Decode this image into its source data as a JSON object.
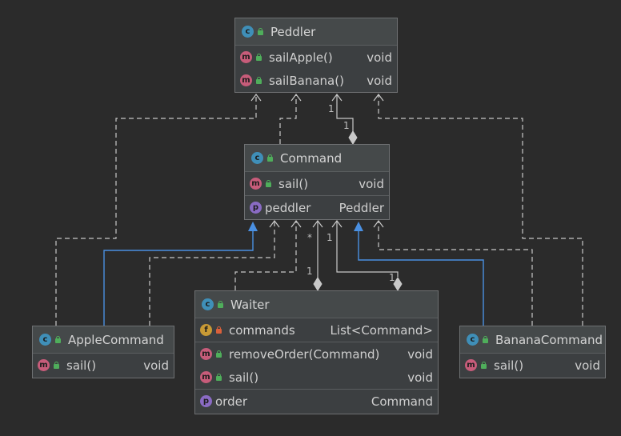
{
  "classes": {
    "peddler": {
      "name": "Peddler",
      "members": [
        {
          "name": "sailApple()",
          "type": "void"
        },
        {
          "name": "sailBanana()",
          "type": "void"
        }
      ]
    },
    "command": {
      "name": "Command",
      "method": {
        "name": "sail()",
        "type": "void"
      },
      "property": {
        "name": "peddler",
        "type": "Peddler"
      }
    },
    "waiter": {
      "name": "Waiter",
      "field": {
        "name": "commands",
        "type": "List<Command>"
      },
      "methods": [
        {
          "name": "removeOrder(Command)",
          "type": "void"
        },
        {
          "name": "sail()",
          "type": "void"
        }
      ],
      "property": {
        "name": "order",
        "type": "Command"
      }
    },
    "apple_command": {
      "name": "AppleCommand",
      "method": {
        "name": "sail()",
        "type": "void"
      }
    },
    "banana_command": {
      "name": "BananaCommand",
      "method": {
        "name": "sail()",
        "type": "void"
      }
    }
  },
  "icons": {
    "class": "c",
    "method": "m",
    "field": "f",
    "property": "p"
  },
  "multiplicities": {
    "peddler_command_a": "1",
    "peddler_command_b": "1",
    "waiter_command_star": "*",
    "waiter_command_a": "1",
    "waiter_command_b": "1",
    "waiter_command_c": "1"
  },
  "colors": {
    "background": "#2b2b2b",
    "class_fill": "#3c3f41",
    "dashed_edge": "#c8c8c8",
    "realization_edge": "#4a90e2"
  }
}
